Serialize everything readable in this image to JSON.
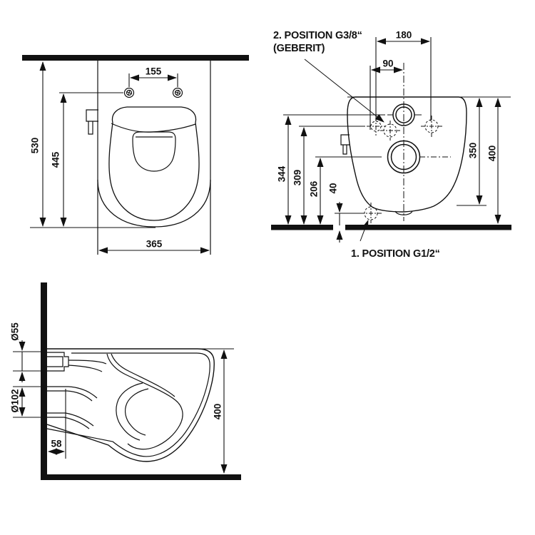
{
  "title": "wall-hung-toilet-dimension-drawing",
  "colors": {
    "ink": "#111111",
    "background": "#ffffff"
  },
  "top_view": {
    "dim_hole_spacing": "155",
    "dim_depth_total": "530",
    "dim_depth_to_holes": "445",
    "dim_width": "365"
  },
  "front_view": {
    "dim_hole_spacing": "180",
    "dim_center_offset": "90",
    "dim_inlet_height": "344",
    "dim_fixing_height": "309",
    "dim_outlet_height": "206",
    "dim_g12_height": "40",
    "dim_bowl_height": "350",
    "dim_total_height": "400",
    "label_position2_line1": "2. POSITION G3/8“",
    "label_position2_line2": "(GEBERIT)",
    "label_position1": "1. POSITION G1/2“"
  },
  "side_view": {
    "dim_inlet_diameter": "Ø55",
    "dim_outlet_diameter": "Ø102",
    "dim_outlet_offset": "58",
    "dim_height": "400"
  }
}
